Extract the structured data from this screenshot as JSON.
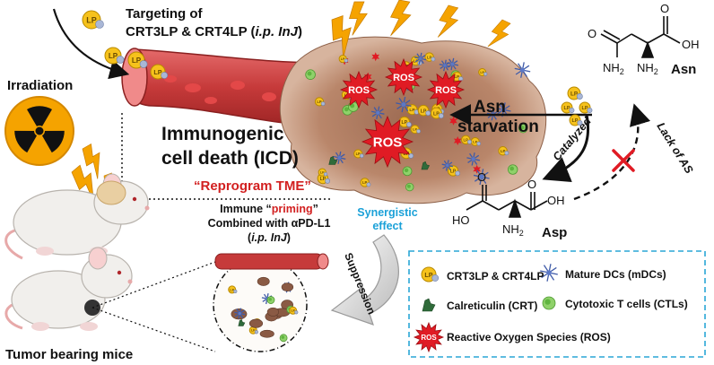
{
  "colors": {
    "vessel": "#c63a3a",
    "vessel_light": "#f08a8a",
    "tumor": "#b9866a",
    "ros": "#e01b24",
    "lp_yellow": "#f6c21c",
    "lightning": "#f5a300",
    "emphasis_red": "#d22020",
    "synergy_blue": "#1ba1d8",
    "legend_border": "#2aa6d6"
  },
  "targeting": {
    "line1": "Targeting of",
    "line2": "CRT3LP & CRT4LP (",
    "inj": "i.p. InJ",
    "close": ")"
  },
  "lp_label": "LP",
  "irradiation": "Irradiation",
  "icd": {
    "line1": "Immunogenic",
    "line2": "cell death (ICD)"
  },
  "reprogram": "“Reprogram TME”",
  "priming": {
    "prefix": "Immune “",
    "word": "priming",
    "suffix": "”",
    "line2": "Combined with αPD-L1",
    "line3a": "(",
    "inj": "i.p. InJ",
    "line3b": ")"
  },
  "ros_label": "ROS",
  "asn_starvation": {
    "line1": "Asn",
    "line2": "starvation"
  },
  "catalyzed": "Catalyzed",
  "lack_of_as": "Lack of AS",
  "asn_label": "Asn",
  "asp_label": "Asp",
  "chem": {
    "O": "O",
    "OH": "OH",
    "NH2": "NH",
    "sub2": "2",
    "HO": "HO"
  },
  "synergistic": {
    "line1": "Synergistic",
    "line2": "effect"
  },
  "suppression": "Suppression",
  "mice": "Tumor bearing mice",
  "legend": {
    "lp": "CRT3LP & CRT4LP",
    "dc": "Mature DCs (mDCs)",
    "crt": "Calreticulin (CRT)",
    "ctl": "Cytotoxic T cells (CTLs)",
    "ros": "Reactive Oxygen Species (ROS)"
  }
}
